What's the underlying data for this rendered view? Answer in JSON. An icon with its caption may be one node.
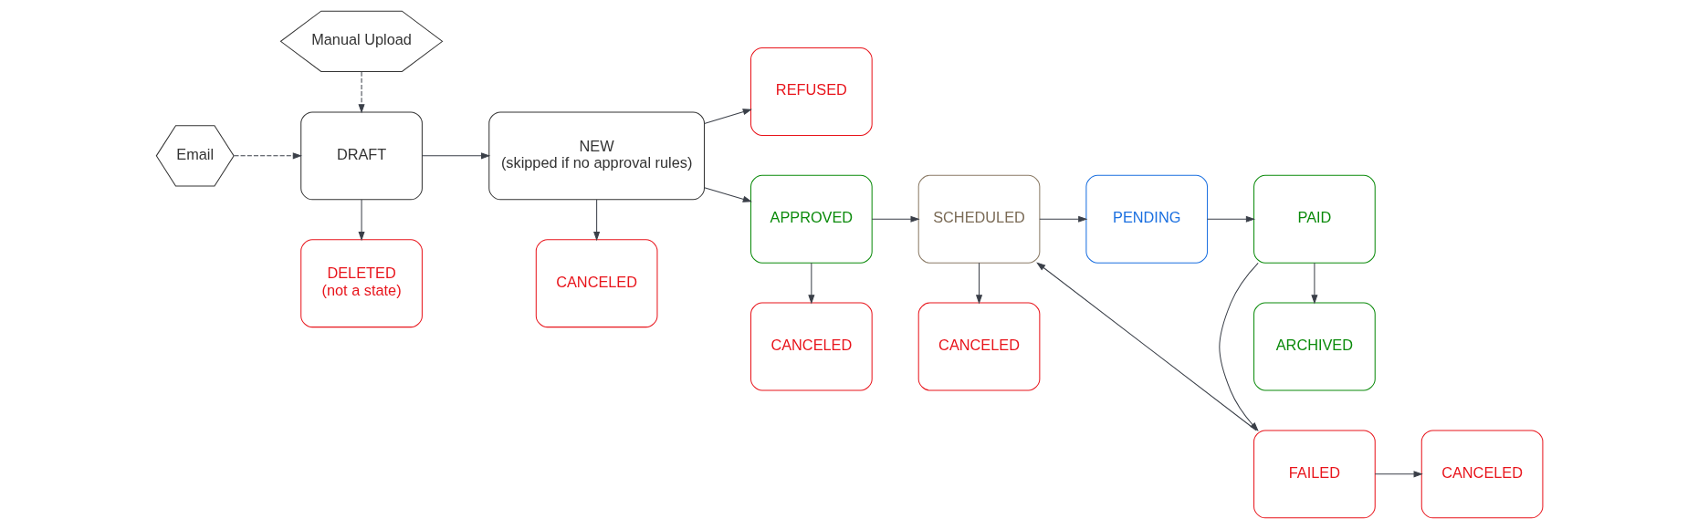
{
  "diagram": {
    "nodes": [
      {
        "text": [
          "Manual Upload"
        ]
      },
      {
        "text": [
          "Email"
        ]
      },
      {
        "text": [
          "DRAFT"
        ]
      },
      {
        "text": [
          "NEW",
          "(skipped if no approval rules)"
        ]
      },
      {
        "text": [
          "REFUSED"
        ]
      },
      {
        "text": [
          "APPROVED"
        ]
      },
      {
        "text": [
          "SCHEDULED"
        ]
      },
      {
        "text": [
          "PENDING"
        ]
      },
      {
        "text": [
          "PAID"
        ]
      },
      {
        "text": [
          "FAILED"
        ]
      },
      {
        "text": [
          "CANCELED"
        ]
      },
      {
        "text": [
          "DELETED",
          "(not a state)"
        ]
      },
      {
        "text": [
          "CANCELED"
        ]
      },
      {
        "text": [
          "CANCELED"
        ]
      },
      {
        "text": [
          "CANCELED"
        ]
      },
      {
        "text": [
          "ARCHIVED"
        ]
      }
    ],
    "edges": [
      {
        "from": 0,
        "to": 2,
        "arrow": "to",
        "style": "dashed"
      },
      {
        "from": 1,
        "to": 2,
        "arrow": "to",
        "style": "dashed"
      },
      {
        "from": 2,
        "to": 3,
        "arrow": "to"
      },
      {
        "from": 3,
        "to": 4,
        "arrow": "to"
      },
      {
        "from": 3,
        "to": 5,
        "arrow": "to"
      },
      {
        "from": 5,
        "to": 6,
        "arrow": "to"
      },
      {
        "from": 6,
        "to": 7,
        "arrow": "to"
      },
      {
        "from": 7,
        "to": 8,
        "arrow": "to"
      },
      {
        "from": 8,
        "to": 9,
        "arrow": "to"
      },
      {
        "from": 9,
        "to": 10,
        "arrow": "to"
      },
      {
        "from": 9,
        "to": 6,
        "arrow": "to"
      },
      {
        "from": 2,
        "to": 11,
        "arrow": "to"
      },
      {
        "from": 3,
        "to": 12,
        "arrow": "to"
      },
      {
        "from": 5,
        "to": 13,
        "arrow": "to"
      },
      {
        "from": 6,
        "to": 14,
        "arrow": "to"
      },
      {
        "from": 8,
        "to": 15,
        "arrow": "to"
      }
    ]
  }
}
